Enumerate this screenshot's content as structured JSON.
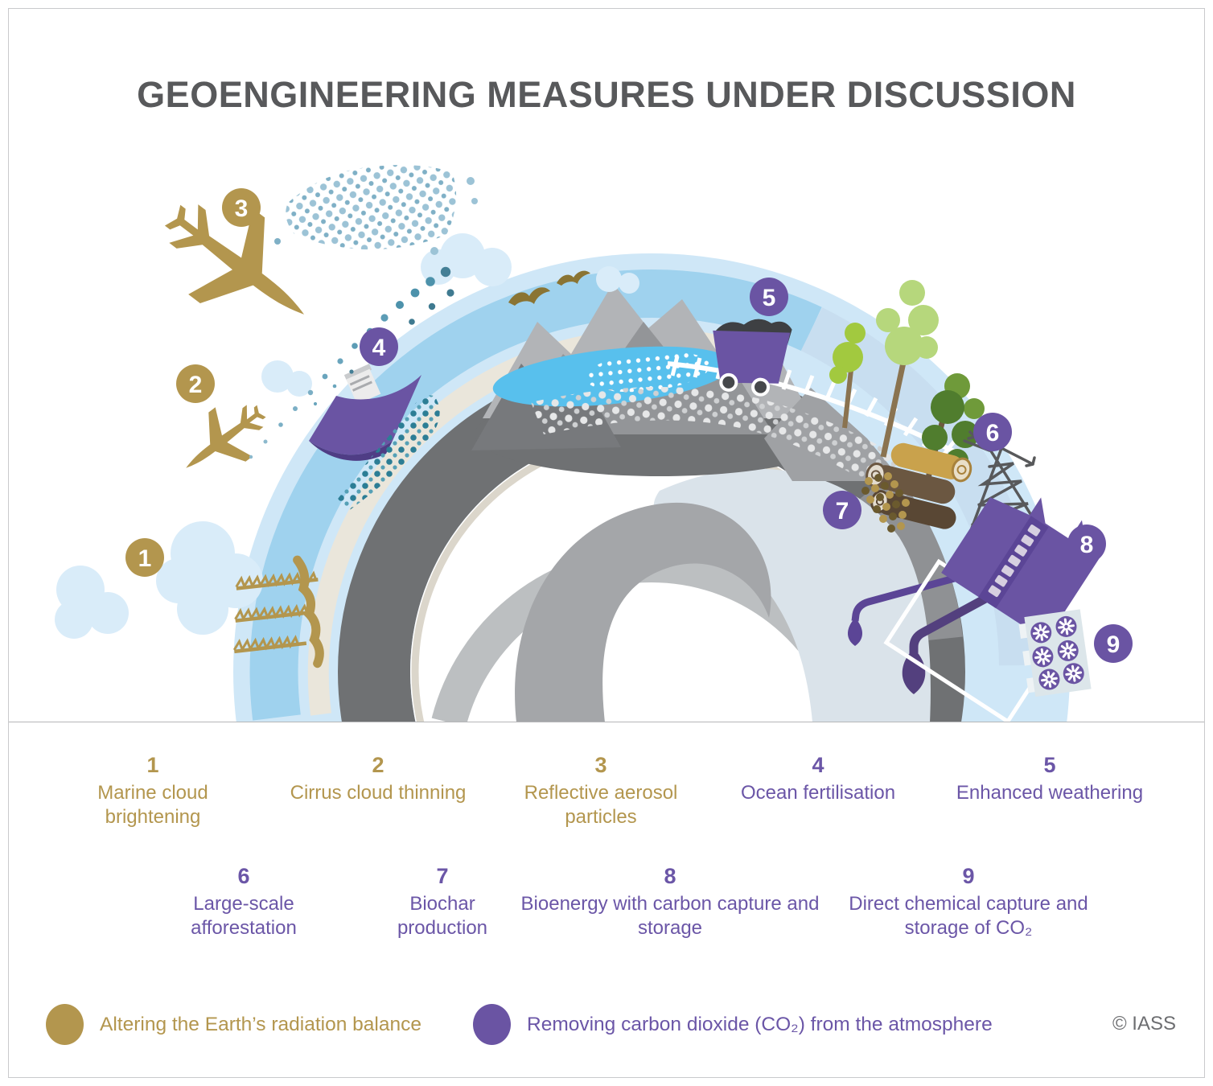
{
  "title": "GEOENGINEERING MEASURES UNDER DISCUSSION",
  "measures": [
    {
      "num": "1",
      "label": "Marine cloud brightening",
      "category": "radiation"
    },
    {
      "num": "2",
      "label": "Cirrus cloud thinning",
      "category": "radiation"
    },
    {
      "num": "3",
      "label": "Reflective aerosol particles",
      "category": "radiation"
    },
    {
      "num": "4",
      "label": "Ocean fertilisation",
      "category": "carbon"
    },
    {
      "num": "5",
      "label": "Enhanced weathering",
      "category": "carbon"
    },
    {
      "num": "6",
      "label": "Large-scale afforestation",
      "category": "carbon"
    },
    {
      "num": "7",
      "label": "Biochar production",
      "category": "carbon"
    },
    {
      "num": "8",
      "label": "Bioenergy with carbon capture and storage",
      "category": "carbon"
    },
    {
      "num": "9",
      "label": "Direct chemical capture and storage of CO₂",
      "category": "carbon"
    }
  ],
  "legend": [
    {
      "label": "Altering the Earth’s radiation balance",
      "color": "#b3964e"
    },
    {
      "label": "Removing carbon dioxide (CO₂) from the atmosphere",
      "color": "#6a54a3"
    }
  ],
  "credit": "© IASS",
  "colors": {
    "gold": "#b3964e",
    "purple": "#6a54a3",
    "title_gray": "#58595b"
  }
}
